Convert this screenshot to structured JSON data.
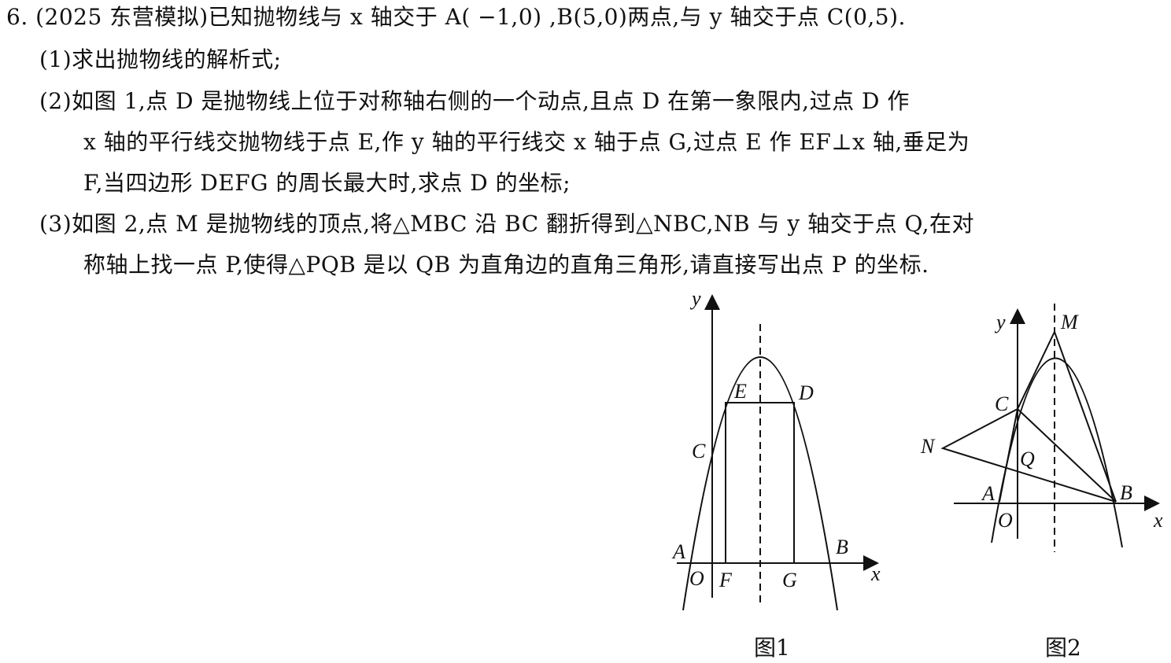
{
  "problem": {
    "line1": "6. (2025 东营模拟)已知抛物线与 x 轴交于 A( −1,0) ,B(5,0)两点,与 y 轴交于点 C(0,5).",
    "line2": "(1)求出抛物线的解析式;",
    "line3": "(2)如图 1,点 D 是抛物线上位于对称轴右侧的一个动点,且点 D 在第一象限内,过点 D 作",
    "line4": "x 轴的平行线交抛物线于点 E,作 y 轴的平行线交 x 轴于点 G,过点 E 作 EF⊥x 轴,垂足为",
    "line5": "F,当四边形 DEFG 的周长最大时,求点 D 的坐标;",
    "line6": "(3)如图 2,点 M 是抛物线的顶点,将△MBC 沿 BC 翻折得到△NBC,NB 与 y 轴交于点 Q,在对",
    "line7": "称轴上找一点 P,使得△PQB 是以 QB 为直角边的直角三角形,请直接写出点 P 的坐标."
  },
  "figure1": {
    "caption": "图1",
    "labels": {
      "y": "y",
      "x": "x",
      "E": "E",
      "D": "D",
      "C": "C",
      "A": "A",
      "O": "O",
      "F": "F",
      "G": "G",
      "B": "B"
    }
  },
  "figure2": {
    "caption": "图2",
    "labels": {
      "y": "y",
      "x": "x",
      "M": "M",
      "C": "C",
      "N": "N",
      "Q": "Q",
      "A": "A",
      "O": "O",
      "B": "B"
    }
  }
}
